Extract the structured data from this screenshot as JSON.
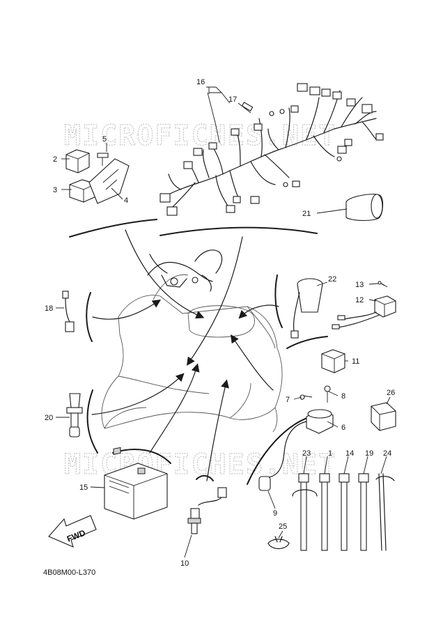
{
  "watermark": "MICROFICHES.NET",
  "reference_code": "4B08M00-L370",
  "direction_label": "FWD",
  "callouts": [
    {
      "id": "1",
      "label": "1"
    },
    {
      "id": "2",
      "label": "2"
    },
    {
      "id": "3",
      "label": "3"
    },
    {
      "id": "4",
      "label": "4"
    },
    {
      "id": "5",
      "label": "5"
    },
    {
      "id": "6",
      "label": "6"
    },
    {
      "id": "7",
      "label": "7"
    },
    {
      "id": "8",
      "label": "8"
    },
    {
      "id": "9",
      "label": "9"
    },
    {
      "id": "10",
      "label": "10"
    },
    {
      "id": "11",
      "label": "11"
    },
    {
      "id": "12",
      "label": "12"
    },
    {
      "id": "13",
      "label": "13"
    },
    {
      "id": "14",
      "label": "14"
    },
    {
      "id": "15",
      "label": "15"
    },
    {
      "id": "16",
      "label": "16"
    },
    {
      "id": "17",
      "label": "17"
    },
    {
      "id": "18",
      "label": "18"
    },
    {
      "id": "19",
      "label": "19"
    },
    {
      "id": "20",
      "label": "20"
    },
    {
      "id": "21",
      "label": "21"
    },
    {
      "id": "22",
      "label": "22"
    },
    {
      "id": "23",
      "label": "23"
    },
    {
      "id": "24",
      "label": "24"
    },
    {
      "id": "25",
      "label": "25"
    },
    {
      "id": "26",
      "label": "26"
    }
  ]
}
